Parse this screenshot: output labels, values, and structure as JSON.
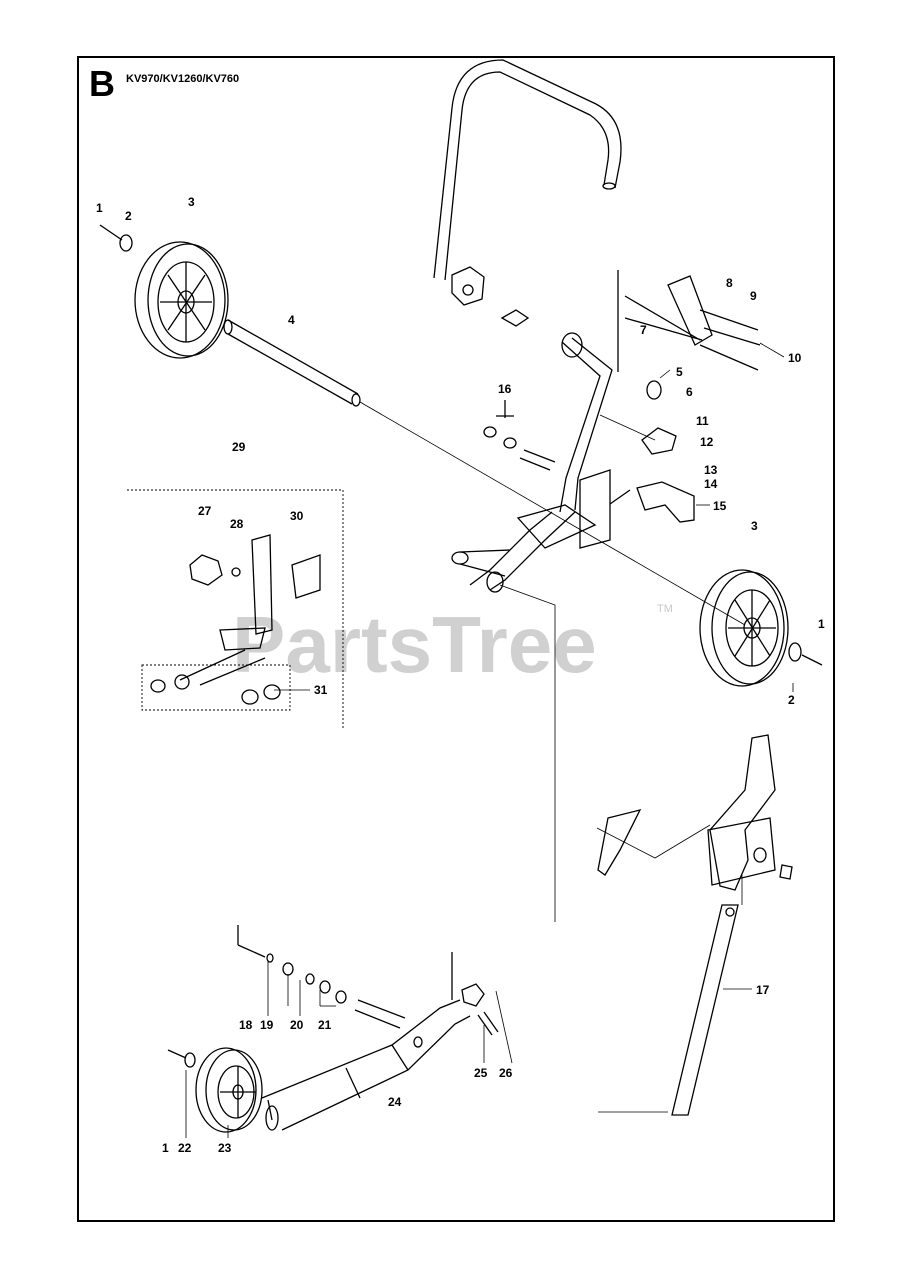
{
  "section": {
    "letter": "B",
    "models": "KV970/KV1260/KV760"
  },
  "watermark": {
    "text": "PartsTree",
    "tm": "TM"
  },
  "callouts": {
    "c1_top": "1",
    "c2_top": "2",
    "c3_top": "3",
    "c4": "4",
    "c8": "8",
    "c9": "9",
    "c7": "7",
    "c10": "10",
    "c5": "5",
    "c6": "6",
    "c16": "16",
    "c11": "11",
    "c12": "12",
    "c13": "13",
    "c14": "14",
    "c15": "15",
    "c3_right": "3",
    "c29": "29",
    "c27": "27",
    "c28": "28",
    "c30": "30",
    "c31": "31",
    "c1_right": "1",
    "c2_right": "2",
    "c17": "17",
    "c18": "18",
    "c19": "19",
    "c20": "20",
    "c21": "21",
    "c25": "25",
    "c26": "26",
    "c24": "24",
    "c1_bottom": "1",
    "c22": "22",
    "c23": "23"
  }
}
